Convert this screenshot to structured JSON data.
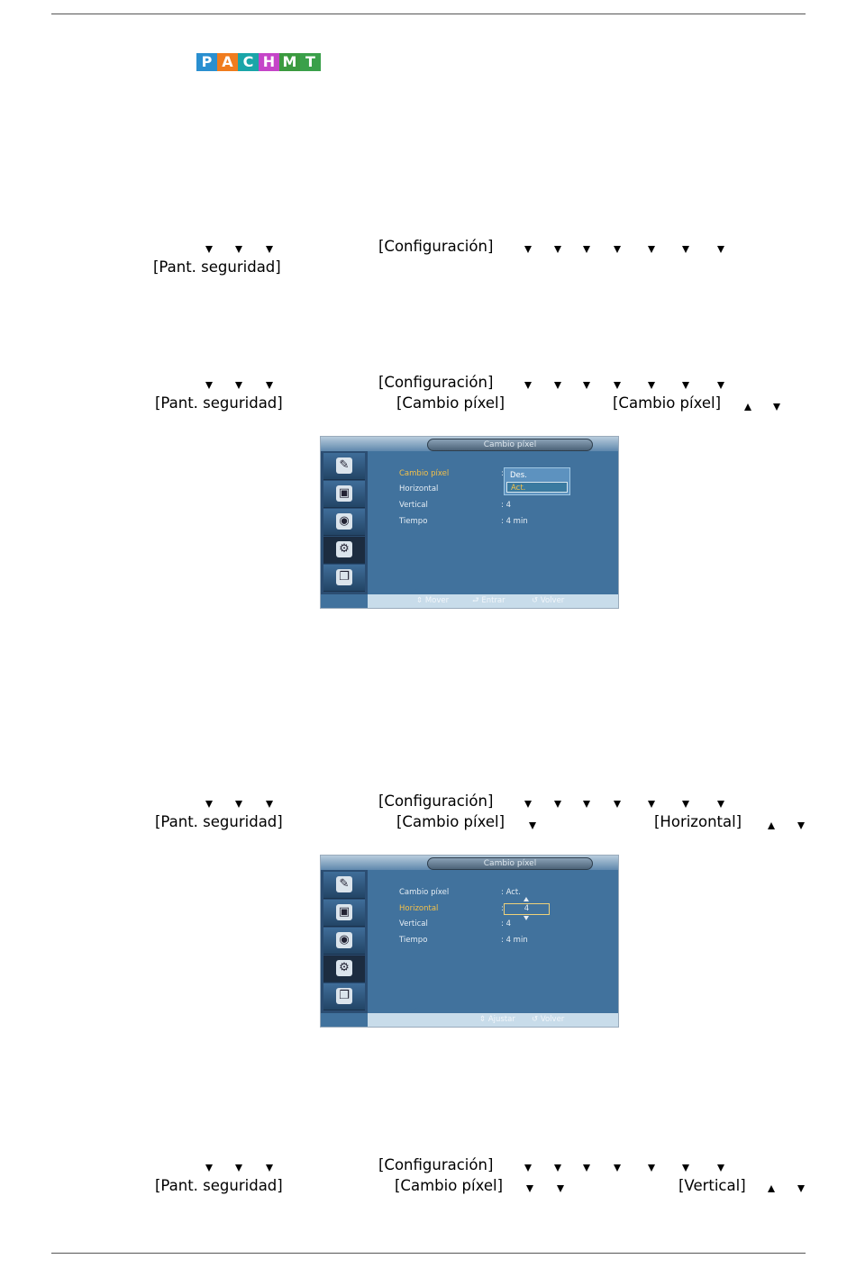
{
  "logo": {
    "letters": [
      "P",
      "A",
      "C",
      "H",
      "M",
      "T"
    ],
    "colors": [
      "#2a8fd0",
      "#f07c1e",
      "#1aa5a8",
      "#c545c8",
      "#3b9a3f",
      "#3aa04a"
    ]
  },
  "text": {
    "configuracion": "[Configuración]",
    "pant_seguridad": "[Pant. seguridad]",
    "cambio_pixel": "[Cambio píxel]",
    "horizontal": "[Horizontal]",
    "vertical": "[Vertical]"
  },
  "osd1": {
    "title": "Cambio píxel",
    "rows": [
      {
        "label": "Cambio píxel",
        "value": ""
      },
      {
        "label": "Horizontal",
        "value": ""
      },
      {
        "label": "Vertical",
        "value": ": 4"
      },
      {
        "label": "Tiempo",
        "value": ": 4 min"
      }
    ],
    "colon": ":",
    "options": [
      "Des.",
      "Act."
    ],
    "footer": [
      "⇕ Mover",
      "⮐ Entrar",
      "↺ Volver"
    ]
  },
  "osd2": {
    "title": "Cambio píxel",
    "rows": [
      {
        "label": "Cambio píxel",
        "value": ": Act."
      },
      {
        "label": "Horizontal",
        "value": ":"
      },
      {
        "label": "Vertical",
        "value": ": 4"
      },
      {
        "label": "Tiempo",
        "value": ": 4 min"
      }
    ],
    "box_value": "4",
    "footer": [
      "⇕ Ajustar",
      "↺ Volver"
    ]
  },
  "colors": {
    "highlight": "#f4c14a",
    "osd_bg": "#41729d",
    "selected_option": "#3a7aa0"
  }
}
